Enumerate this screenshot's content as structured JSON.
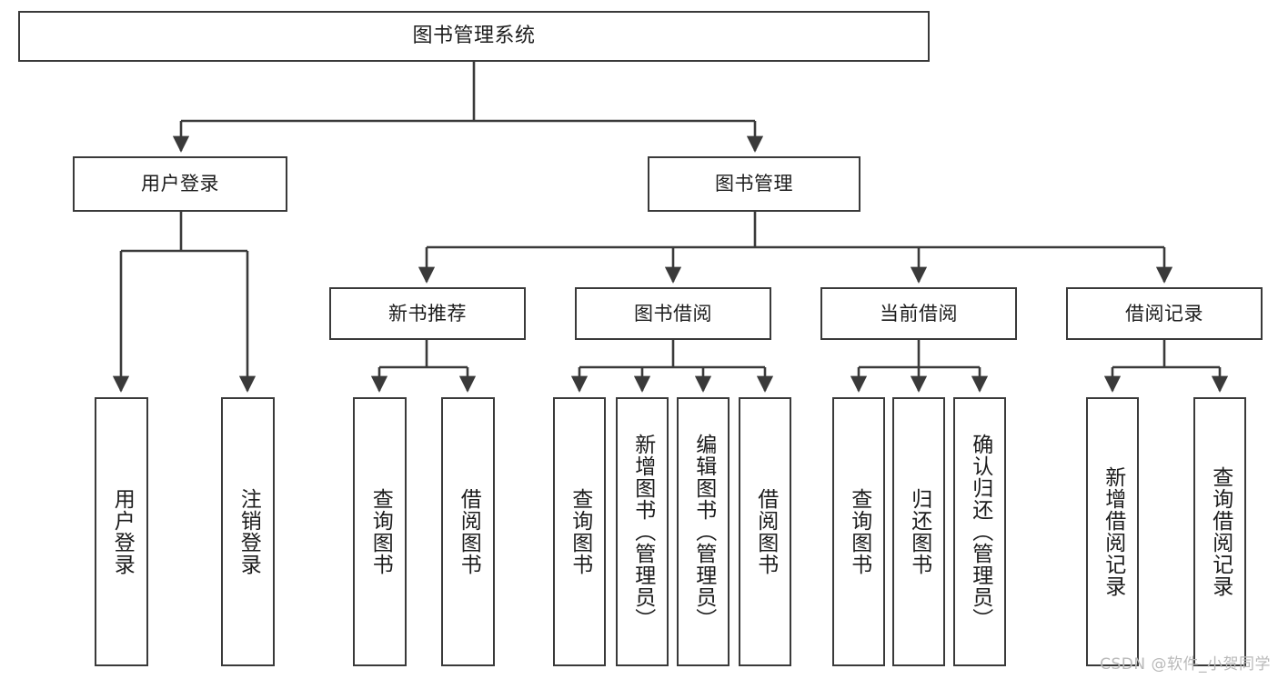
{
  "diagram": {
    "type": "tree-hierarchy-chart",
    "title": "图书管理系统",
    "watermark": "CSDN @软件_小贺同学",
    "colors": {
      "node_border": "#3a3a3a",
      "node_fill": "#ffffff",
      "edge": "#3a3a3a",
      "text": "#1c1c1c",
      "watermark": "#b9b9b9",
      "background": "#ffffff"
    },
    "nodes": {
      "root": {
        "label": "图书管理系统"
      },
      "level2": [
        {
          "label": "用户登录"
        },
        {
          "label": "图书管理"
        }
      ],
      "level3": [
        {
          "label": "新书推荐"
        },
        {
          "label": "图书借阅"
        },
        {
          "label": "当前借阅"
        },
        {
          "label": "借阅记录"
        }
      ],
      "leaves_user_login": [
        {
          "label": "用户登录"
        },
        {
          "label": "注销登录"
        }
      ],
      "leaves_new_book": [
        {
          "label": "查询图书"
        },
        {
          "label": "借阅图书"
        }
      ],
      "leaves_borrow": [
        {
          "label": "查询图书"
        },
        {
          "label": "新增图书（管理员）"
        },
        {
          "label": "编辑图书（管理员）"
        },
        {
          "label": "借阅图书"
        }
      ],
      "leaves_current": [
        {
          "label": "查询图书"
        },
        {
          "label": "归还图书"
        },
        {
          "label": "确认归还（管理员）"
        }
      ],
      "leaves_record": [
        {
          "label": "新增借阅记录"
        },
        {
          "label": "查询借阅记录"
        }
      ]
    }
  }
}
